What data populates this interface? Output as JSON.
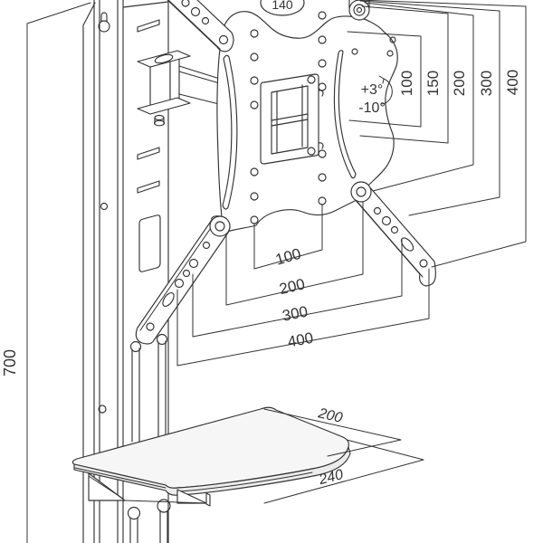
{
  "colors": {
    "line": "#333333",
    "background": "#ffffff",
    "shelf_fill": "#f6f6f6"
  },
  "labels": {
    "callout_140": "140",
    "tilt_up": "+3°",
    "tilt_down": "-10°",
    "rail_height": "700",
    "vesa_vertical": [
      "100",
      "150",
      "200",
      "300",
      "400"
    ],
    "vesa_horizontal": [
      "100",
      "200",
      "300",
      "400"
    ],
    "shelf_depth": "200",
    "shelf_width": "240"
  }
}
